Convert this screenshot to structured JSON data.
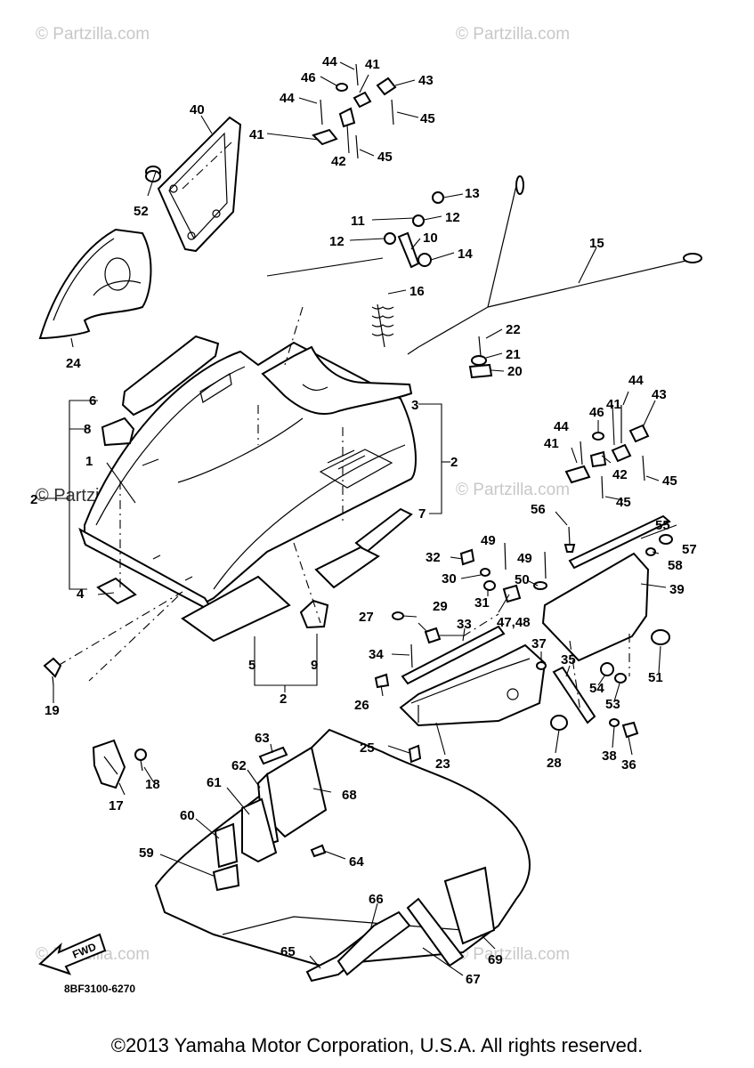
{
  "watermarks": {
    "top_left": "© Partzilla.com",
    "top_right": "© Partzilla.com",
    "mid_left": "© Partzilla.com",
    "mid_right": "© Partzilla.com",
    "bottom_left": "© Partzilla.com",
    "bottom_right": "© Partzilla.com"
  },
  "fwd_label": "FWD",
  "diagram_code": "8BF3100-6270",
  "copyright": "©2013  Yamaha Motor Corporation, U.S.A. All rights reserved.",
  "callouts": {
    "c1": "1",
    "c2a": "2",
    "c2b": "2",
    "c2c": "2",
    "c3": "3",
    "c4": "4",
    "c5": "5",
    "c6": "6",
    "c7": "7",
    "c8": "8",
    "c9": "9",
    "c10": "10",
    "c11": "11",
    "c12a": "12",
    "c12b": "12",
    "c13": "13",
    "c14": "14",
    "c15": "15",
    "c16": "16",
    "c17": "17",
    "c18": "18",
    "c19": "19",
    "c20": "20",
    "c21": "21",
    "c22": "22",
    "c23": "23",
    "c24": "24",
    "c25": "25",
    "c26": "26",
    "c27": "27",
    "c28": "28",
    "c29": "29",
    "c30": "30",
    "c31": "31",
    "c32": "32",
    "c33": "33",
    "c34": "34",
    "c35": "35",
    "c36": "36",
    "c37": "37",
    "c38": "38",
    "c39": "39",
    "c40": "40",
    "c41a": "41",
    "c41b": "41",
    "c41c": "41",
    "c41d": "41",
    "c42a": "42",
    "c42b": "42",
    "c43a": "43",
    "c43b": "43",
    "c44a": "44",
    "c44b": "44",
    "c44c": "44",
    "c44d": "44",
    "c45a": "45",
    "c45b": "45",
    "c45c": "45",
    "c45d": "45",
    "c46a": "46",
    "c46b": "46",
    "c4748": "47,48",
    "c49a": "49",
    "c49b": "49",
    "c50": "50",
    "c51": "51",
    "c52": "52",
    "c53": "53",
    "c54": "54",
    "c55": "55",
    "c56": "56",
    "c57": "57",
    "c58": "58",
    "c59": "59",
    "c60": "60",
    "c61": "61",
    "c62": "62",
    "c63": "63",
    "c64": "64",
    "c65": "65",
    "c66": "66",
    "c67": "67",
    "c68": "68",
    "c69": "69"
  }
}
